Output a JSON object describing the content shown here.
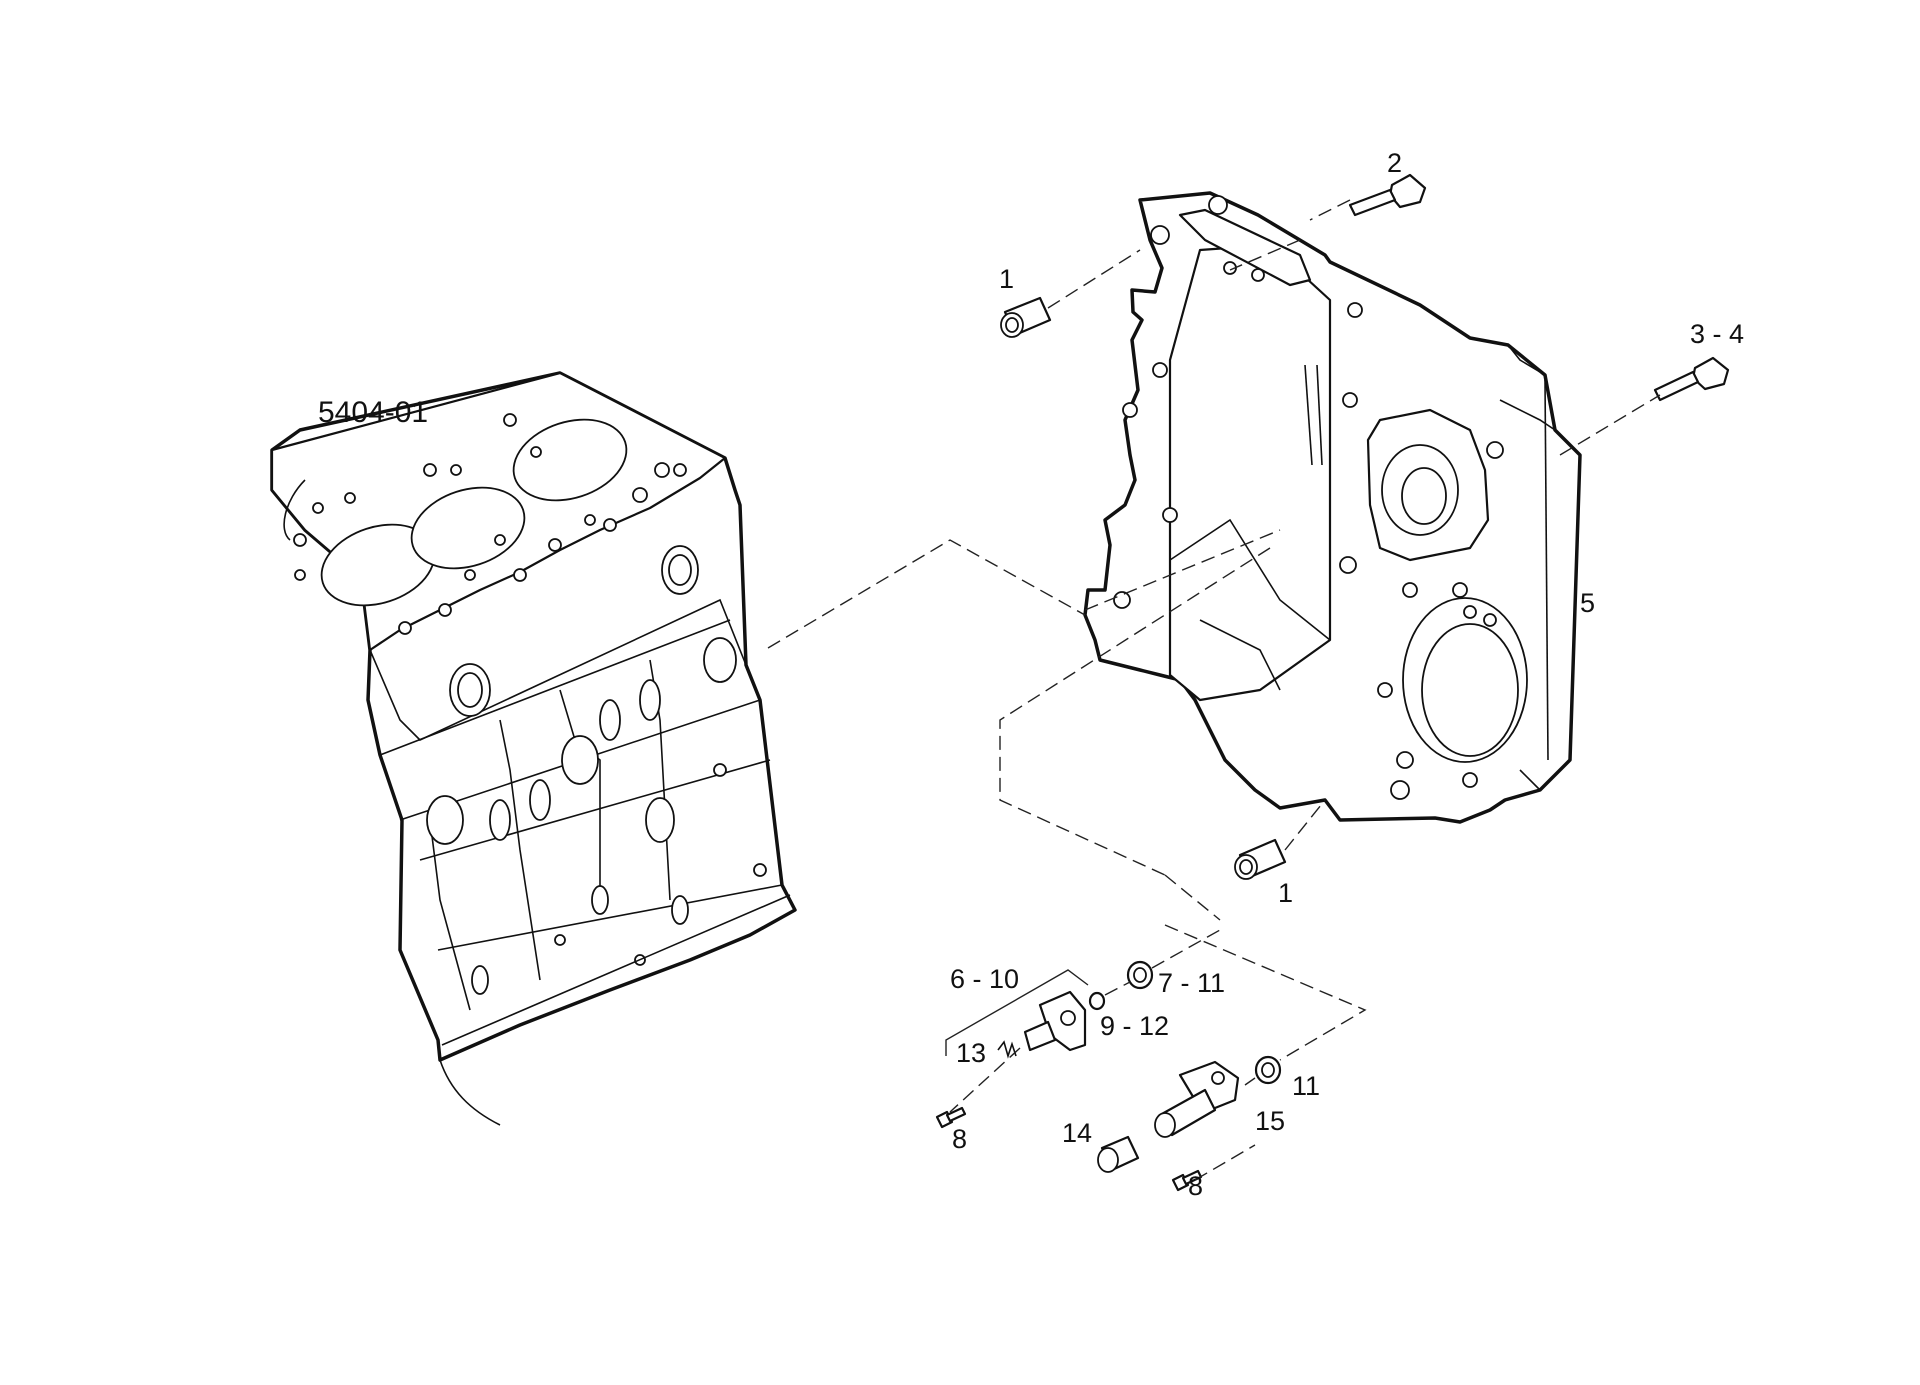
{
  "diagram": {
    "reference_label": "5404-01",
    "callouts": {
      "c1_top": "1",
      "c2": "2",
      "c3_4": "3 - 4",
      "c5": "5",
      "c1_bottom": "1",
      "c6_10": "6 - 10",
      "c7_11": "7 - 11",
      "c9_12": "9 - 12",
      "c13": "13",
      "c8_left": "8",
      "c14": "14",
      "c15": "15",
      "c11": "11",
      "c8_right": "8"
    }
  },
  "colors": {
    "line": "#111111",
    "background": "#ffffff"
  }
}
